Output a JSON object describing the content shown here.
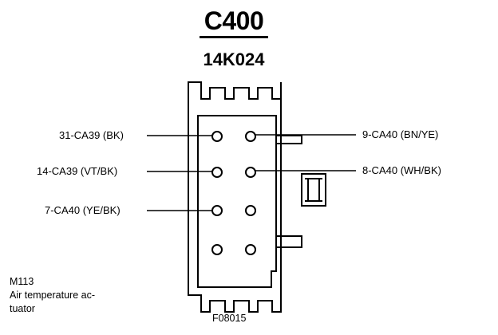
{
  "connector": {
    "id": "C400",
    "part_number": "14K024"
  },
  "pins_left": [
    {
      "label": "31-CA39 (BK)"
    },
    {
      "label": "14-CA39 (VT/BK)"
    },
    {
      "label": "7-CA40 (YE/BK)"
    }
  ],
  "pins_right": [
    {
      "label": "9-CA40 (BN/YE)"
    },
    {
      "label": "8-CA40 (WH/BK)"
    }
  ],
  "caption": {
    "line1": "M113",
    "line2": "Air temperature ac-",
    "line3": "tuator"
  },
  "figure_ref": "F08015"
}
